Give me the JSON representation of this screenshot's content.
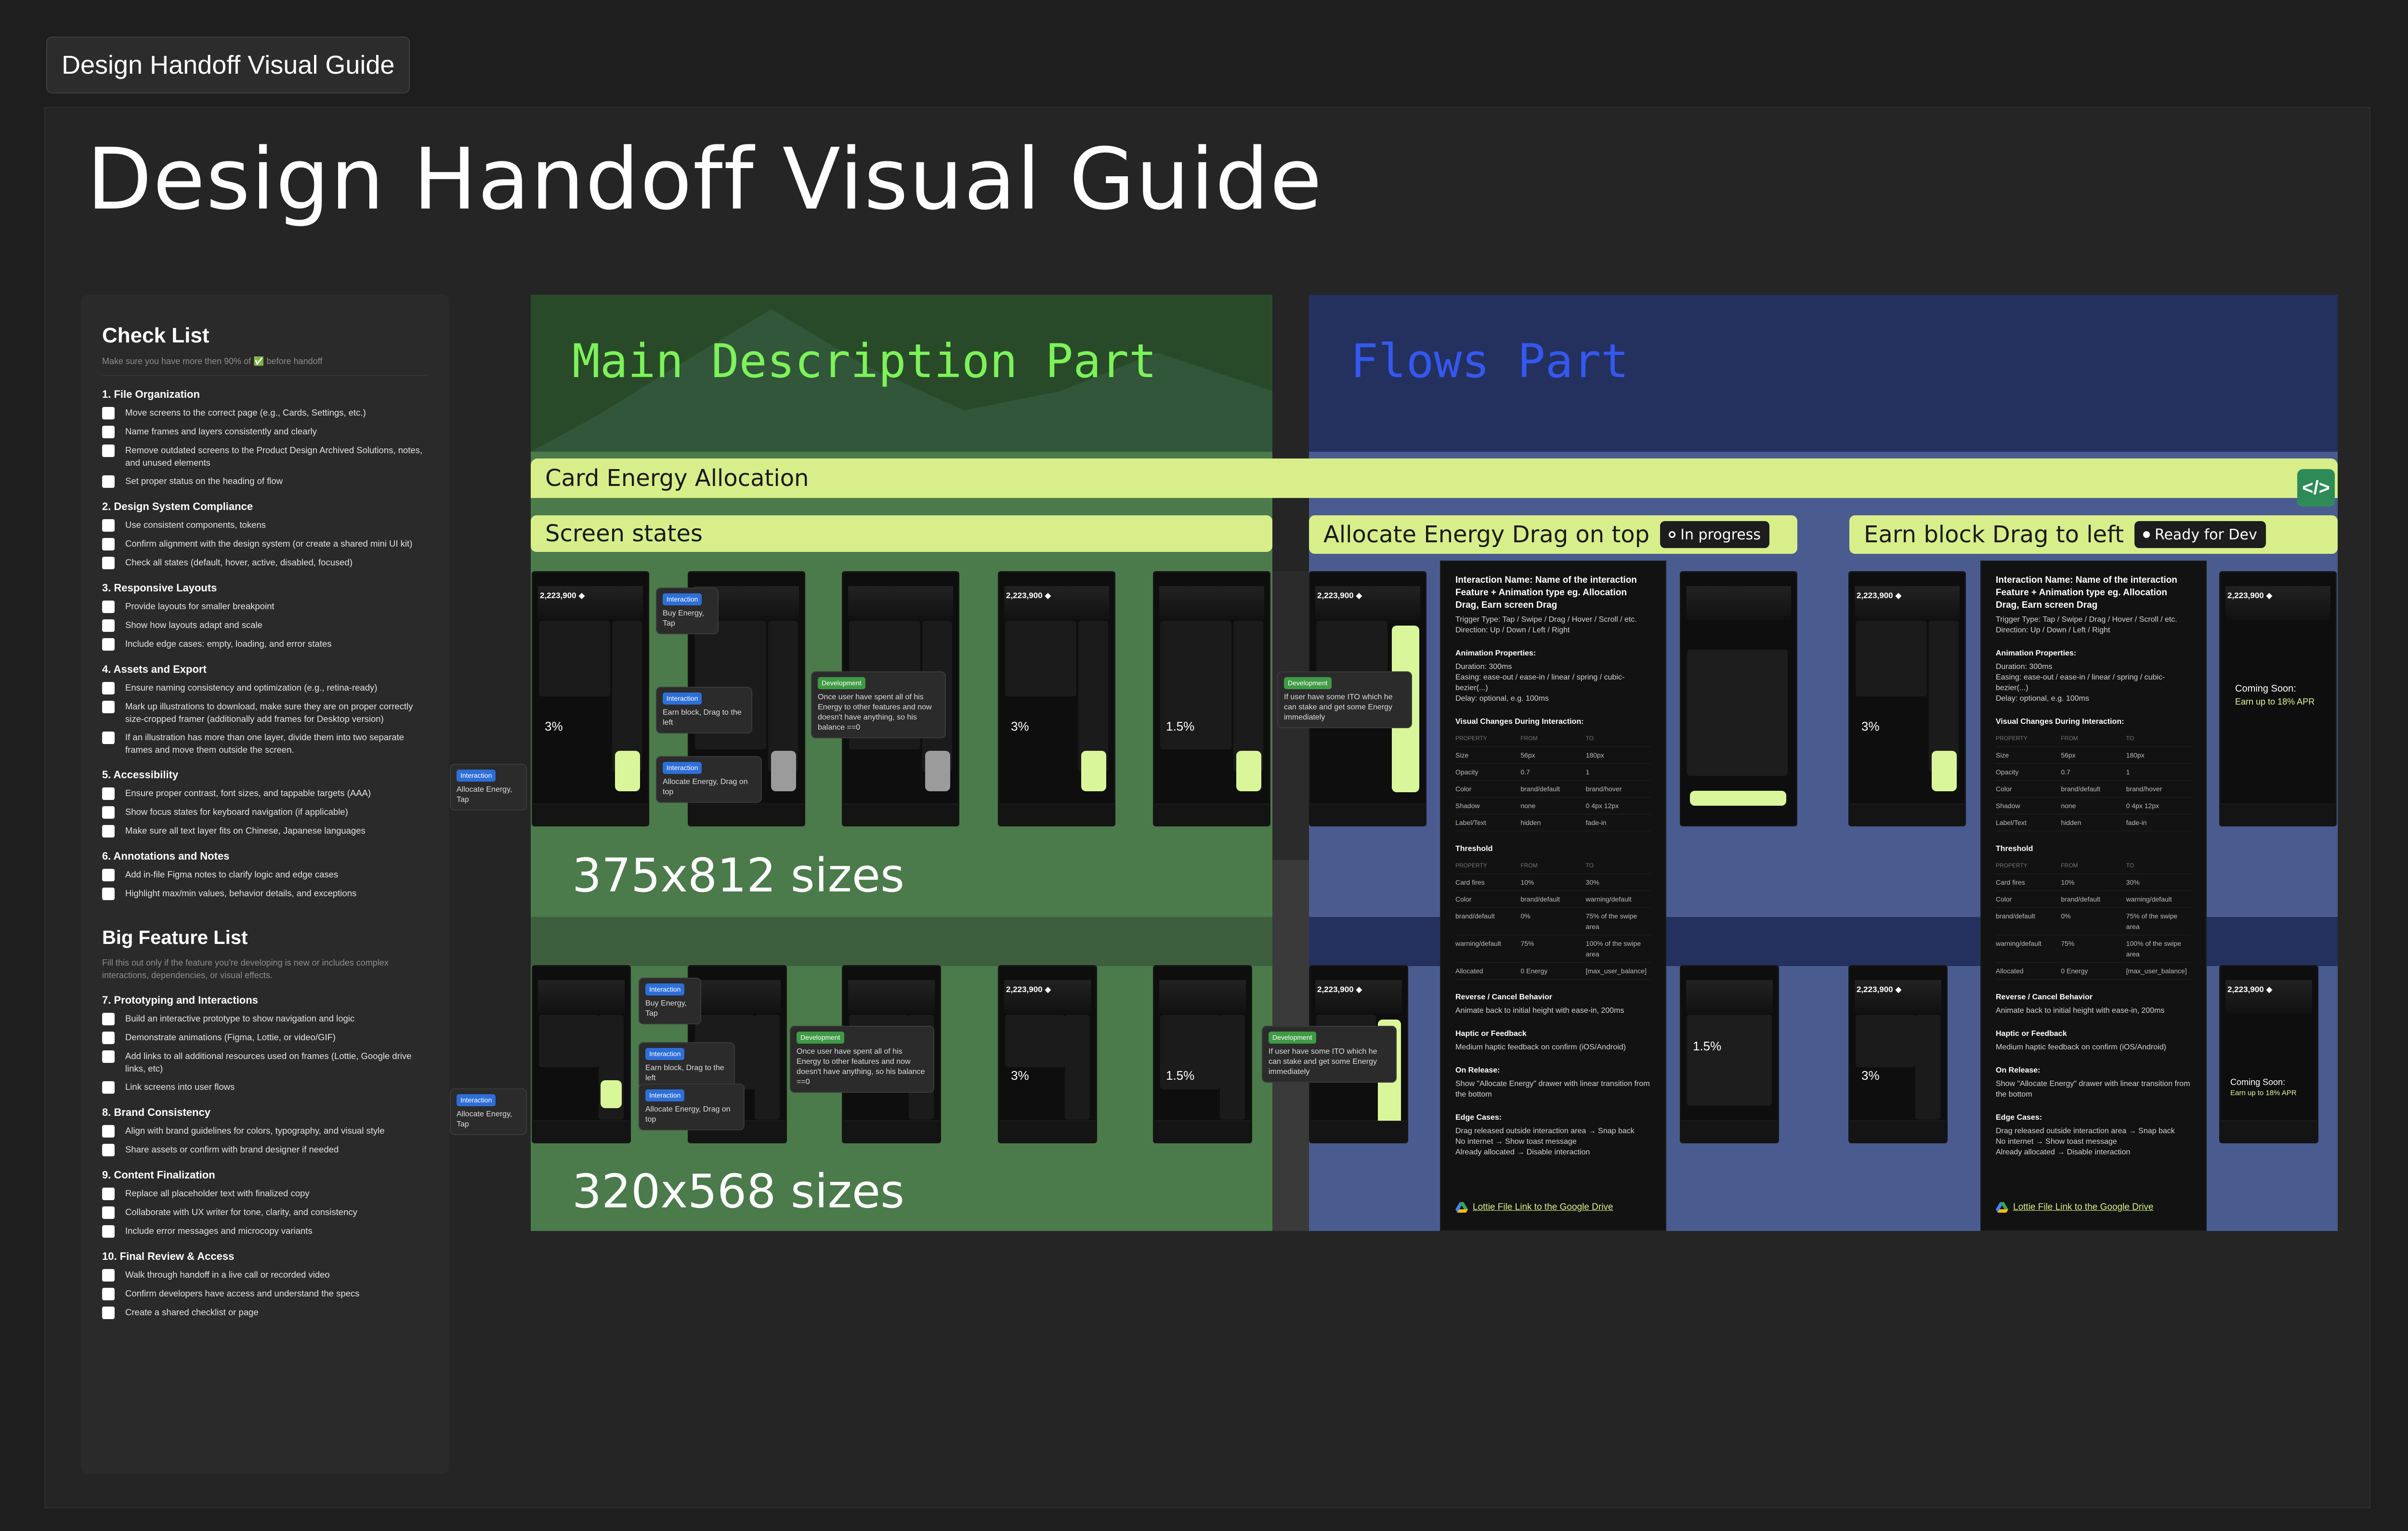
{
  "tag_label": "Design Handoff Visual Guide",
  "board_title": "Design Handoff Visual Guide",
  "checklist": {
    "title": "Check List",
    "subtitle": "Make sure you have more then 90% of ✅ before handoff",
    "sections": [
      {
        "heading": "1. File Organization",
        "items": [
          "Move screens to the correct page (e.g., Cards, Settings, etc.)",
          "Name frames and layers consistently and clearly",
          "Remove outdated screens to the Product Design Archived Solutions, notes, and unused elements",
          "Set proper status on the heading of flow"
        ]
      },
      {
        "heading": "2. Design System Compliance",
        "items": [
          "Use consistent components, tokens",
          "Confirm alignment with the design system (or create a shared mini UI kit)",
          "Check all states (default, hover, active, disabled, focused)"
        ]
      },
      {
        "heading": "3. Responsive Layouts",
        "items": [
          "Provide layouts for smaller breakpoint",
          "Show how layouts adapt and scale",
          "Include edge cases: empty, loading, and error states"
        ]
      },
      {
        "heading": "4. Assets and Export",
        "items": [
          "Ensure naming consistency and optimization (e.g., retina-ready)",
          "Mark up illustrations to download, make sure they are on proper correctly size-cropped framer (additionally add frames for Desktop version)",
          "If an illustration has more than one layer, divide them into two separate frames and move them outside the screen."
        ]
      },
      {
        "heading": "5. Accessibility",
        "items": [
          "Ensure proper contrast, font sizes, and tappable targets (AAA)",
          "Show focus states for keyboard navigation (if applicable)",
          "Make sure all text layer fits on Chinese, Japanese languages"
        ]
      },
      {
        "heading": "6. Annotations and Notes",
        "items": [
          "Add in-file Figma notes to clarify logic and edge cases",
          "Highlight max/min values, behavior details, and exceptions"
        ]
      }
    ]
  },
  "big_feature": {
    "title": "Big Feature List",
    "subtitle": "Fill this out only if the feature you're developing is new or includes complex interactions, dependencies, or visual effects.",
    "sections": [
      {
        "heading": "7. Prototyping and Interactions",
        "items": [
          "Build an interactive prototype to show navigation and logic",
          "Demonstrate animations (Figma, Lottie, or video/GIF)",
          "Add links to all additional resources used on frames (Lottie, Google drive links, etc)",
          "Link screens into user flows"
        ]
      },
      {
        "heading": "8. Brand Consistency",
        "items": [
          "Align with brand guidelines for colors, typography, and visual style",
          "Share assets or confirm with brand designer if needed"
        ]
      },
      {
        "heading": "9. Content Finalization",
        "items": [
          "Replace all placeholder text with finalized copy",
          "Collaborate with UX writer for tone, clarity, and consistency",
          "Include error messages and microcopy variants"
        ]
      },
      {
        "heading": "10. Final Review & Access",
        "items": [
          "Walk through handoff in a live call or recorded video",
          "Confirm developers have access and understand the specs",
          "Create a shared checklist or page"
        ]
      }
    ]
  },
  "main_part": {
    "title": "Main Description Part",
    "size_a": "375x812 sizes",
    "size_b": "320x568 sizes"
  },
  "flows_part": {
    "title": "Flows Part"
  },
  "card_bar": {
    "label": "Card Energy Allocation"
  },
  "screen_states": {
    "label": "Screen states"
  },
  "flow1": {
    "label": "Allocate Energy Drag on top",
    "status": "In progress"
  },
  "flow2": {
    "label": "Earn block Drag to left",
    "status": "Ready for Dev"
  },
  "phone": {
    "balance": "2,223,900 ◆",
    "pct_a": "3%",
    "pct_b": "1.5%",
    "coming_soon": "Coming Soon:",
    "apr": "Earn up to 18% APR"
  },
  "notes": {
    "interaction_label": "Interaction",
    "development_label": "Development",
    "buy_energy": "Buy Energy, Tap",
    "earn_block": "Earn block, Drag to the left",
    "allocate_energy": "Allocate Energy, Drag on top",
    "allocate_tap": "Allocate Energy, Tap",
    "dev_text": "Once user have spent all of his Energy to other features and now doesn't have anything, so his balance ==0",
    "dev_text2": "If user have some ITO which he can stake and get some Energy immediately"
  },
  "spec": {
    "heading": "Interaction Name: Name of the interaction Feature + Animation type eg. Allocation Drag, Earn screen Drag",
    "trigger": "Trigger Type: Tap / Swipe / Drag / Hover / Scroll / etc.",
    "direction": "Direction: Up / Down / Left / Right",
    "anim_head": "Animation Properties:",
    "duration": "Duration: 300ms",
    "easing": "Easing: ease-out / ease-in / linear / spring / cubic-bezier(...)",
    "delay": "Delay: optional, e.g. 100ms",
    "visual_head": "Visual Changes During Interaction:",
    "cols": [
      "PROPERTY",
      "FROM",
      "TO"
    ],
    "rows": [
      [
        "Size",
        "56px",
        "180px"
      ],
      [
        "Opacity",
        "0.7",
        "1"
      ],
      [
        "Color",
        "brand/default",
        "brand/hover"
      ],
      [
        "Shadow",
        "none",
        "0 4px 12px"
      ],
      [
        "Label/Text",
        "hidden",
        "fade-in"
      ]
    ],
    "threshold_head": "Threshold",
    "threshold_rows": [
      [
        "Card fires",
        "10%",
        "30%"
      ],
      [
        "Color",
        "brand/default",
        "warning/default"
      ],
      [
        "brand/default",
        "0%",
        "75% of the swipe area"
      ],
      [
        "warning/default",
        "75%",
        "100% of the swipe area"
      ],
      [
        "Allocated",
        "0 Energy",
        "[max_user_balance]"
      ]
    ],
    "cancel_head": "Reverse / Cancel Behavior",
    "cancel": "Animate back to initial height with ease-in, 200ms",
    "haptic_head": "Haptic or Feedback",
    "haptic": "Medium haptic feedback on confirm (iOS/Android)",
    "release_head": "On Release:",
    "release": "Show \"Allocate Energy\" drawer with linear transition from the bottom",
    "edge_head": "Edge Cases:",
    "edge1": "Drag released outside interaction area → Snap back",
    "edge2": "No internet → Show toast message",
    "edge3": "Already allocated → Disable interaction",
    "link": "Lottie File Link to the Google Drive"
  },
  "colors": {
    "accent_green": "#7df25a",
    "accent_blue": "#3458f0",
    "bar_bg": "#d8ee8a"
  }
}
